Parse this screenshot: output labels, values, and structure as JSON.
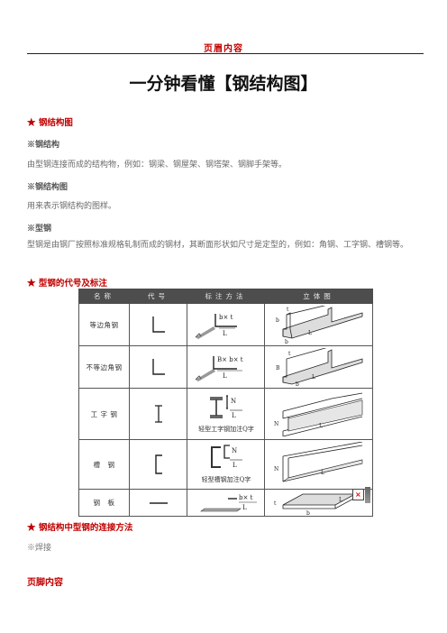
{
  "header": {
    "text": "页眉内容"
  },
  "title": "一分钟看懂【钢结构图】",
  "sections": {
    "s1_heading": "钢结构图",
    "sub1_heading": "※钢结构",
    "sub1_text": "由型钢连接而成的结构物，例如：钢梁、钢屋架、钢塔架、钢脚手架等。",
    "sub2_heading": "※钢结构图",
    "sub2_text": "用来表示钢结构的图样。",
    "sub3_heading": "※型钢",
    "sub3_text": "型钢是由钢厂按照标准规格轧制而成的钢材，其断面形状如尺寸是定型的，例如：角钢、工字钢、槽钢等。",
    "s2_heading": "型钢的代号及标注",
    "s3_heading": "钢结构中型钢的连接方法",
    "sub4_heading": "※焊接"
  },
  "star": "★",
  "table": {
    "headers": [
      "名称",
      "代号",
      "标注方法",
      "立体图"
    ],
    "rows": [
      {
        "name": "等边角钢",
        "label1": "b× t",
        "label2": "L",
        "iso_labels": [
          "t",
          "b",
          "b",
          "L"
        ]
      },
      {
        "name": "不等边角钢",
        "label1": "B× b× t",
        "label2": "L",
        "iso_labels": [
          "t",
          "B",
          "b",
          "L"
        ]
      },
      {
        "name": "工 字 钢",
        "label1": "N",
        "label2": "L",
        "note": "轻型工字钢加注Q字",
        "iso_labels": [
          "N",
          "L"
        ]
      },
      {
        "name": "槽　钢",
        "label1": "N",
        "label2": "L",
        "note": "轻型槽钢加注Q字",
        "iso_labels": [
          "N",
          "L"
        ]
      },
      {
        "name": "钢　板",
        "label1": "b× t",
        "label2": "L",
        "iso_labels": [
          "t",
          "L",
          "b"
        ]
      }
    ]
  },
  "broken_image_glyph": "×",
  "footer": {
    "text": "页脚内容"
  }
}
